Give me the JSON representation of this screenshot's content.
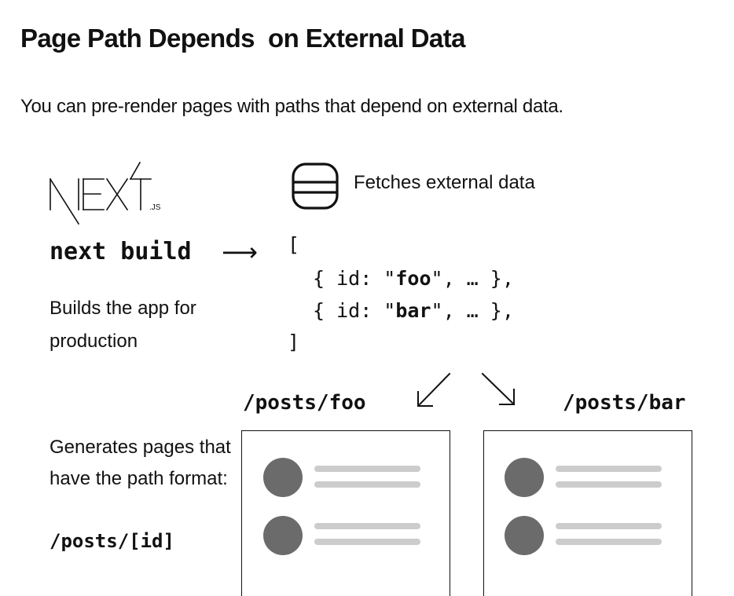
{
  "title": "Page Path Depends  on External Data",
  "subtitle": "You can pre-render pages with paths that depend on external data.",
  "logo": {
    "icon": "nextjs-logo",
    "suffix": ".JS"
  },
  "build": {
    "command": "next build",
    "arrow": "⟶",
    "description": "Builds the app for production"
  },
  "fetch": {
    "icon": "database-icon",
    "label": "Fetches external data"
  },
  "code": {
    "open": "[",
    "lines": [
      {
        "prefix": "{ id: \"",
        "value": "foo",
        "suffix": "\", … },"
      },
      {
        "prefix": "{ id: \"",
        "value": "bar",
        "suffix": "\", … },"
      }
    ],
    "close": "]"
  },
  "paths": [
    "/posts/foo",
    "/posts/bar"
  ],
  "generate": {
    "description": "Generates pages that have the path format:",
    "format": "/posts/[id]"
  },
  "colors": {
    "text": "#111111",
    "avatar": "#6b6b6b",
    "placeholder_line": "#cccccc"
  }
}
